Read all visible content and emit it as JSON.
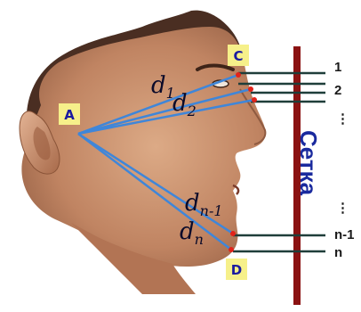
{
  "colors": {
    "skin_light": "#d9a27a",
    "skin_mid": "#b97a58",
    "skin_dark": "#6e4330",
    "hair": "#4a2e22",
    "measure_line": "#3f86d9",
    "grid_line": "#1f3e3a",
    "grid_bar": "#8b1212",
    "point_box": "#f6f08a",
    "point_text": "#1a1aa0",
    "grid_title": "#1a2a9e"
  },
  "points": {
    "a": "A",
    "c": "C",
    "d": "D"
  },
  "distances": {
    "d1": {
      "base": "d",
      "sub": "1"
    },
    "d2": {
      "base": "d",
      "sub": "2"
    },
    "dn1": {
      "base": "d",
      "sub": "n-1"
    },
    "dn": {
      "base": "d",
      "sub": "n"
    }
  },
  "grid": {
    "title": "Сетка",
    "rows": [
      "1",
      "2",
      "⋮",
      "⋮",
      "n-1",
      "n"
    ]
  }
}
